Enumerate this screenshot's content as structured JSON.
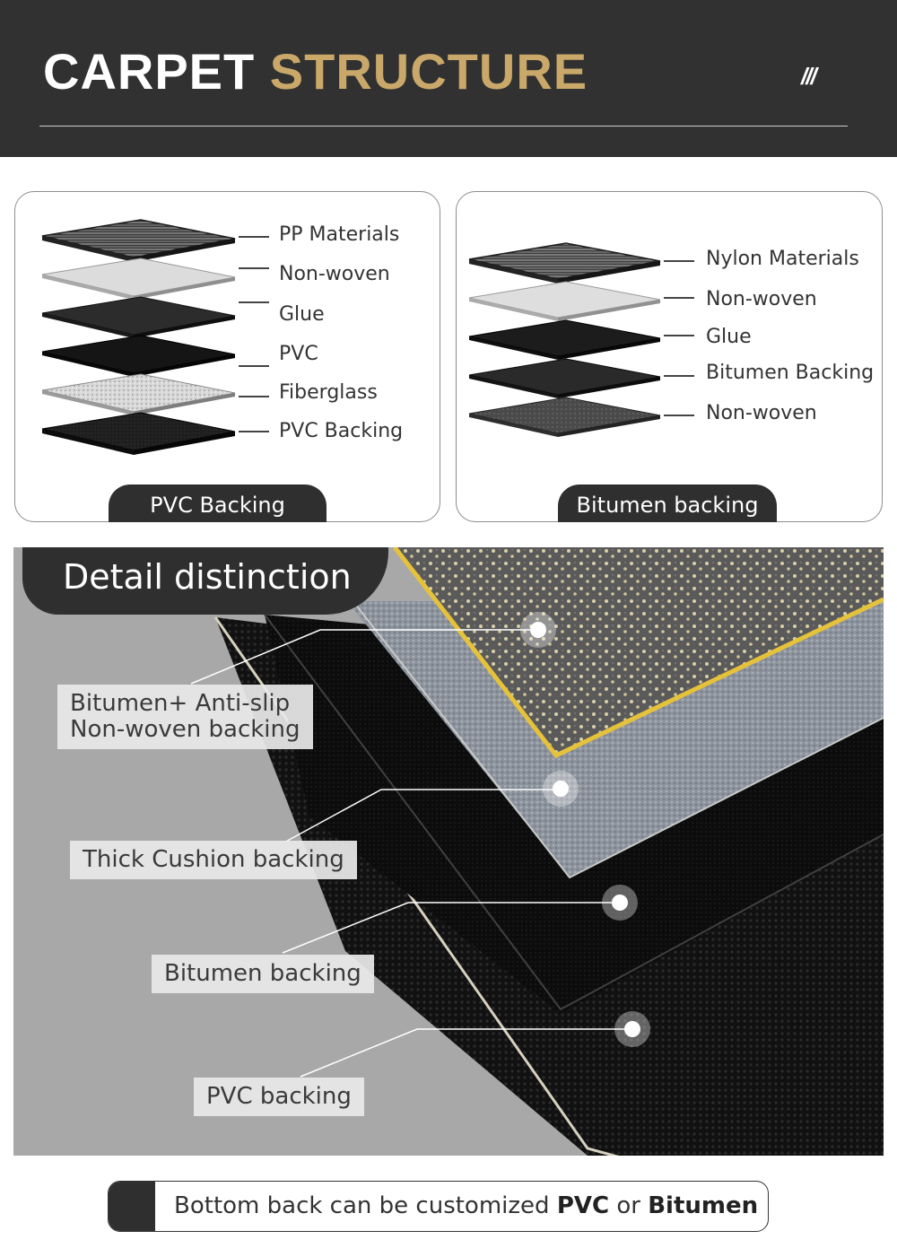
{
  "header": {
    "title_part1": "CARPET",
    "title_part2": "STRUCTURE",
    "decoration": "///"
  },
  "colors": {
    "header_bg": "#313131",
    "accent_gold": "#c9a86a",
    "tab_bg": "#2f2f2f"
  },
  "pvc_card": {
    "tab_label": "PVC Backing",
    "layers": [
      "PP Materials",
      "Non-woven",
      "Glue",
      "PVC",
      "Fiberglass",
      "PVC Backing"
    ]
  },
  "bitumen_card": {
    "tab_label": "Bitumen backing",
    "layers": [
      "Nylon Materials",
      "Non-woven",
      "Glue",
      "Bitumen Backing",
      "Non-woven"
    ]
  },
  "detail": {
    "title": "Detail distinction",
    "callouts": [
      {
        "line1": "Bitumen+ Anti-slip",
        "line2": "Non-woven backing"
      },
      {
        "line1": "Thick Cushion backing"
      },
      {
        "line1": "Bitumen backing"
      },
      {
        "line1": "PVC backing"
      }
    ]
  },
  "footer": {
    "text_prefix": "Bottom back can be customized ",
    "option_a": "PVC",
    "text_mid": " or ",
    "option_b": "Bitumen"
  }
}
